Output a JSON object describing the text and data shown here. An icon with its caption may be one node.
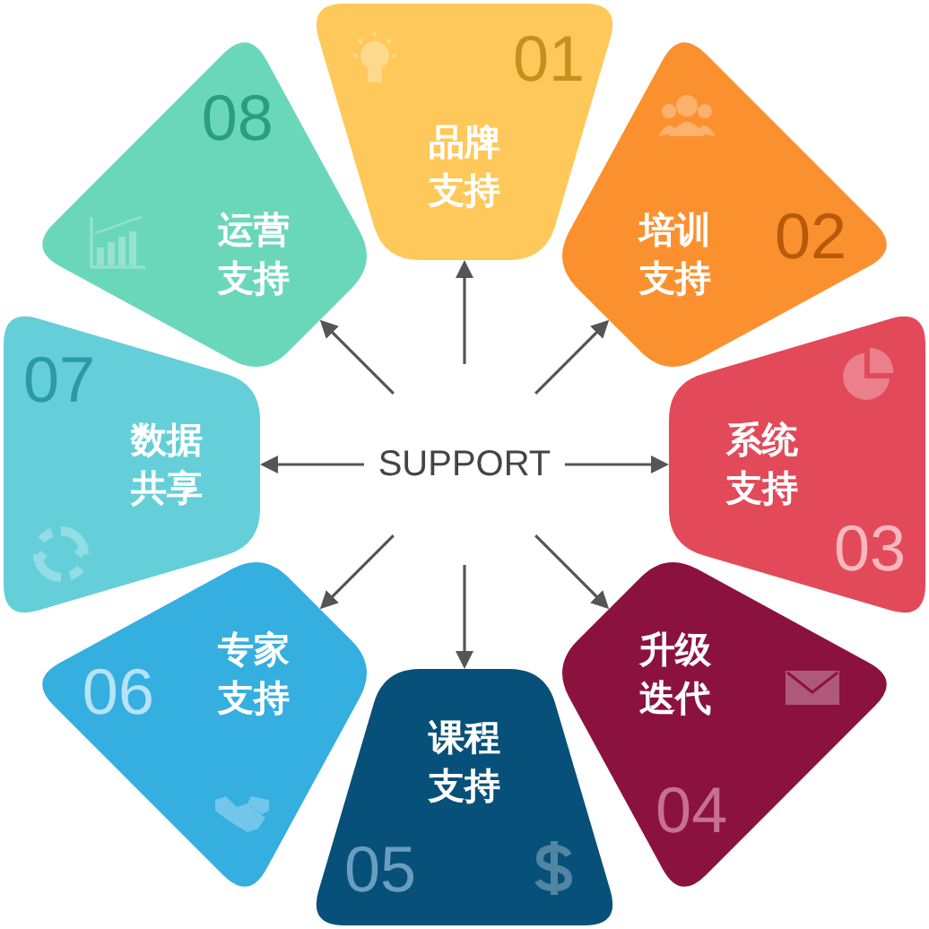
{
  "diagram": {
    "nodes": [
      {
        "text": [
          "SUPPORT"
        ]
      },
      {
        "text": [
          "01",
          "品牌支持"
        ]
      },
      {
        "text": [
          "培训支持",
          "02"
        ]
      },
      {
        "text": [
          "系统支持",
          "03"
        ]
      },
      {
        "text": [
          "升级迭代",
          "04"
        ]
      },
      {
        "text": [
          "课程支持",
          "05"
        ]
      },
      {
        "text": [
          "06",
          "专家支持"
        ]
      },
      {
        "text": [
          "07",
          "数据共享"
        ]
      },
      {
        "text": [
          "08",
          "运营支持"
        ]
      }
    ],
    "edges": [
      {
        "from": 0,
        "to": 1,
        "arrow": "to"
      },
      {
        "from": 0,
        "to": 2,
        "arrow": "to"
      },
      {
        "from": 0,
        "to": 3,
        "arrow": "to"
      },
      {
        "from": 0,
        "to": 4,
        "arrow": "to"
      },
      {
        "from": 0,
        "to": 5,
        "arrow": "to"
      },
      {
        "from": 0,
        "to": 6,
        "arrow": "to"
      },
      {
        "from": 0,
        "to": 7,
        "arrow": "to"
      },
      {
        "from": 0,
        "to": 8,
        "arrow": "to"
      }
    ]
  }
}
